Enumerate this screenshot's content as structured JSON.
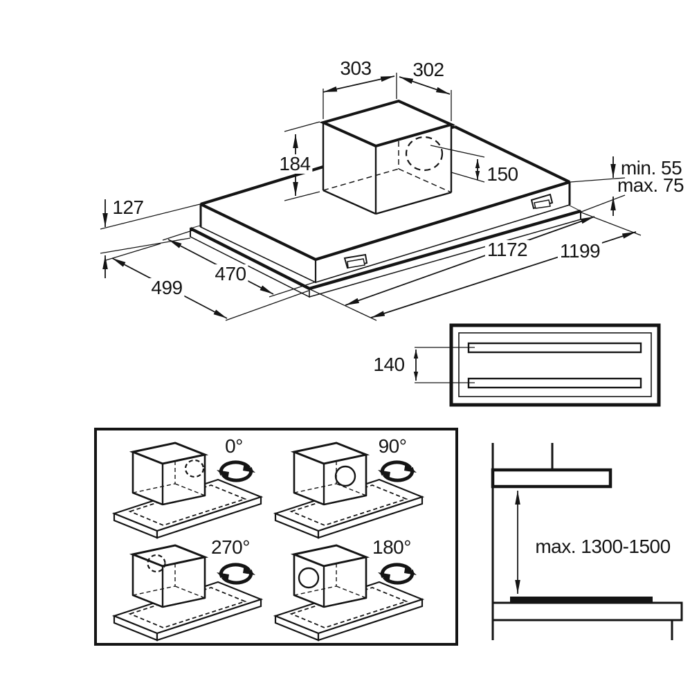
{
  "colors": {
    "line": "#141414",
    "background": "#ffffff"
  },
  "main_view": {
    "dimensions": {
      "duct_width_left": "303",
      "duct_width_right": "302",
      "duct_height": "184",
      "outlet_height": "150",
      "ceiling_gap_min": "min. 55",
      "ceiling_gap_max": "max. 75",
      "body_height": "127",
      "body_depth": "470",
      "overall_depth": "499",
      "cutout_length": "1172",
      "overall_length": "1199"
    }
  },
  "bottom_view": {
    "rail_spacing": "140"
  },
  "orientation_panel": {
    "angles": [
      "0°",
      "90°",
      "270°",
      "180°"
    ]
  },
  "installation_view": {
    "mounting_height": "max. 1300-1500"
  }
}
